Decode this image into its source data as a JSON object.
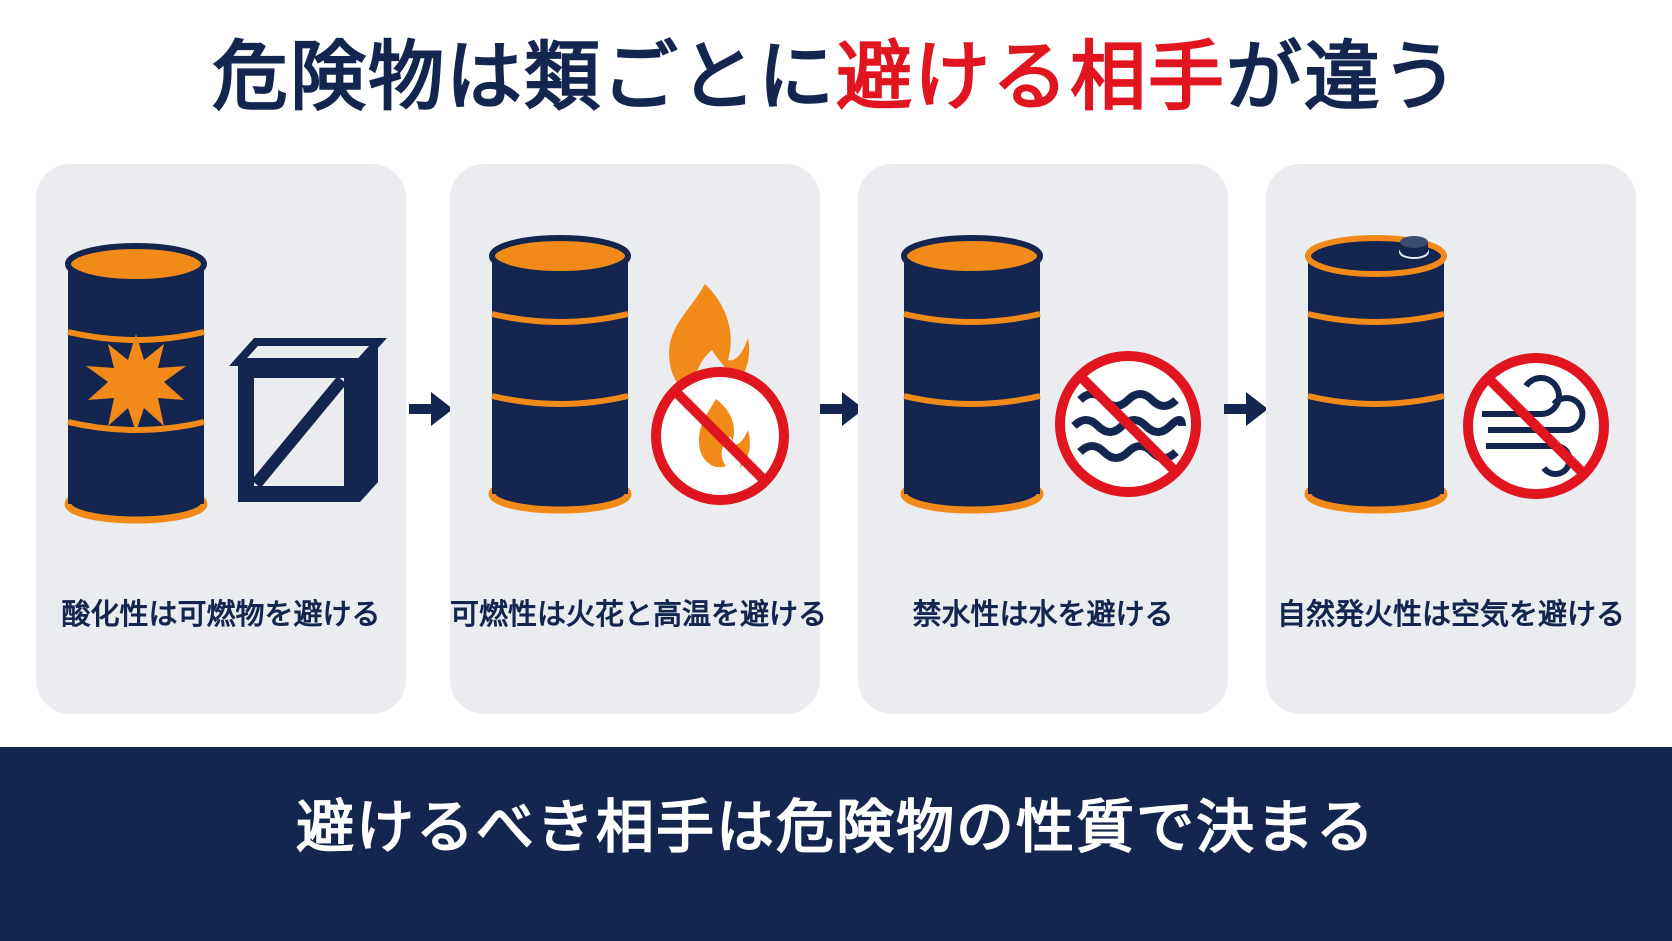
{
  "title": {
    "part1": "危険物は類ごとに",
    "accent": "避ける相手",
    "part2": "が違う"
  },
  "colors": {
    "navy": "#14264f",
    "orange": "#f28a1a",
    "red": "#e0151f",
    "panel": "#ebecf0"
  },
  "panels": [
    {
      "caption": "酸化性は可燃物を避ける",
      "icons": [
        "drum-icon",
        "explosion-icon",
        "wooden-crate-icon"
      ]
    },
    {
      "caption": "可燃性は火花と高温を避ける",
      "icons": [
        "drum-icon",
        "flame-icon",
        "no-fire-icon"
      ]
    },
    {
      "caption": "禁水性は水を避ける",
      "icons": [
        "drum-icon",
        "no-water-icon"
      ]
    },
    {
      "caption": "自然発火性は空気を避ける",
      "icons": [
        "can-icon",
        "no-air-icon"
      ]
    }
  ],
  "footer": {
    "text": "避けるべき相手は危険物の性質で決まる"
  }
}
